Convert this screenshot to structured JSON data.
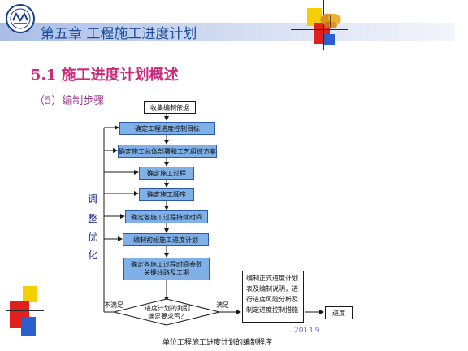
{
  "header": {
    "chapter_title": "第五章  工程施工进度计划"
  },
  "section_title": "5.1  施工进度计划概述",
  "subtitle": "（5）编制步骤",
  "side_label_chars": [
    "调",
    "整",
    "优",
    "化"
  ],
  "flow": {
    "steps": [
      "收集编制依据",
      "确定工程进度控制目标",
      "确定施工总体部署和工艺组织方案",
      "确定施工过程",
      "确定施工顺序",
      "确定各施工过程持续时间",
      "编制初始施工进度计划",
      "确定各施工过程时间参数关键线路及工期"
    ],
    "decision": "进度计划的判别\n满足要求否？",
    "no_label": "不满足",
    "yes_label": "满足",
    "right_box": "编制正式进度计划表及编制说明，进行进度风险分析及制定进度控制措施",
    "end_box": "进度"
  },
  "date_label": "2013.9",
  "caption": "单位工程施工进度计划的编制程序",
  "colors": {
    "header_bar": "#c8d4ee",
    "box_fill": "#7fb0e8",
    "box_stroke": "#2a5aa8",
    "arrow": "#1a1a1a",
    "accent_yellow": "#f4d000",
    "accent_red": "#e0201a",
    "accent_blue": "#2a5fd0"
  },
  "icons": [
    "university-logo-icon",
    "decorative-squares-icon",
    "butterfly-icon"
  ]
}
